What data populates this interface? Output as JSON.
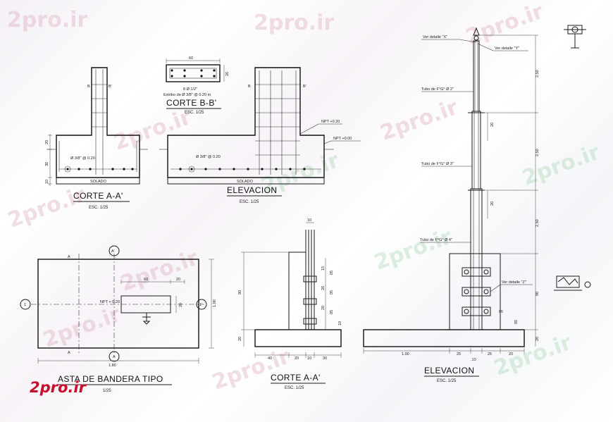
{
  "watermark": "2pro.ir",
  "logo": "2pro.ir",
  "titles": {
    "corte_aa_top": "CORTE A-A'",
    "corte_bb": "CORTE B-B'",
    "elevacion_top": "ELEVACION",
    "asta": "ASTA DE BANDERA TIPO",
    "corte_aa_bottom": "CORTE A-A'",
    "elevacion_right": "ELEVACION"
  },
  "scale": "ESC. 1/25",
  "scale_partial": "1/25",
  "labels": {
    "solado": "SOLADO",
    "rebar_main": "Ø 3/8\" @ 0.20",
    "rebar_bb": "8 Ø 1/2\"",
    "estribo": "Estribo de Ø 3/8\" @ 0.20 m",
    "npt_020": "NPT +0.20",
    "npt_000": "NPT +0.00",
    "npt_plan": "NPT + 0.20",
    "b": "B",
    "b_prime": "B'",
    "a": "A",
    "a_prime": "A'",
    "axis_1": "1",
    "axis_1p": "1'",
    "ver_x": "Ver detalle \"X\"",
    "ver_y": "Ver detalle \"Y\"",
    "ver_z": "Ver detalle \"Z\"",
    "tubo_2": "Tubo de F°G° Ø 2\"",
    "tubo_3": "Tubo de F°G° Ø 3\"",
    "tubo_4": "Tubo de F°G° Ø 4\""
  },
  "dims": {
    "d20": "20",
    "d30": "30",
    "d10": "10",
    "d60": "60",
    "d40": "40",
    "d90": "90",
    "d15": "15",
    "d05": "05",
    "d25": "25",
    "d250": "2.50",
    "d100": "1.00",
    "d180": "1.80",
    "d10b": ".10"
  }
}
